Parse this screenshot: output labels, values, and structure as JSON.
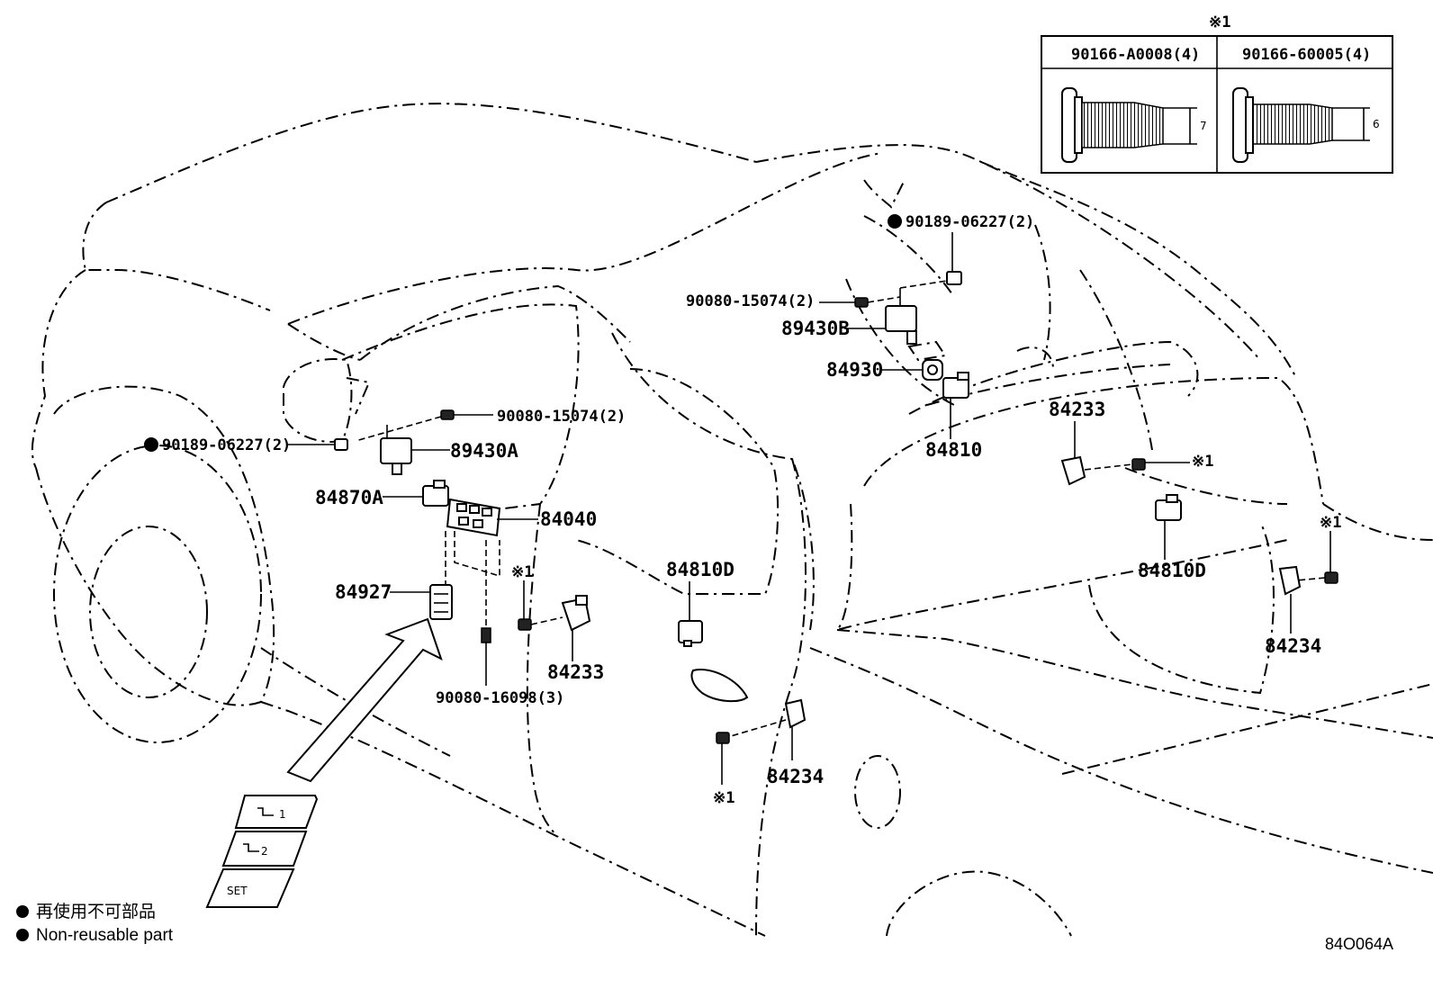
{
  "parts": {
    "p84040": "84040",
    "p84870A": "84870A",
    "p89430A": "89430A",
    "p89430B": "89430B",
    "p84927": "84927",
    "p84930": "84930",
    "p84810": "84810",
    "p84810D_left": "84810D",
    "p84810D_right": "84810D",
    "p84233_left": "84233",
    "p84233_right": "84233",
    "p84234_left": "84234",
    "p84234_right": "84234",
    "b90080_15074_a": "90080-15074(2)",
    "b90080_15074_b": "90080-15074(2)",
    "b90189_06227_a": "90189-06227(2)",
    "b90189_06227_b": "90189-06227(2)",
    "b90080_16098": "90080-16098(3)"
  },
  "marks": {
    "ref1": "※1"
  },
  "screw_table": {
    "header_mark": "※1",
    "col1": "90166-A0008(4)",
    "col2": "90166-60005(4)",
    "dim1": "7",
    "dim2": "6"
  },
  "switch_panel": {
    "btn1": "1",
    "btn2": "2",
    "btn3": "SET"
  },
  "legend": {
    "jp": "再使用不可部品",
    "en": "Non-reusable part"
  },
  "diagram_code": "84O064A"
}
